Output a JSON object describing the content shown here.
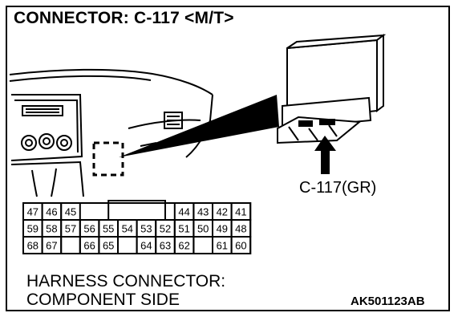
{
  "title": "CONNECTOR: C-117 <M/T>",
  "callout_label": "C-117(GR)",
  "pins": {
    "row1": [
      "47",
      "46",
      "45",
      "",
      "",
      "",
      "",
      "",
      "44",
      "43",
      "42",
      "41"
    ],
    "row2": [
      "59",
      "58",
      "57",
      "56",
      "55",
      "54",
      "53",
      "52",
      "51",
      "50",
      "49",
      "48"
    ],
    "row3": [
      "68",
      "67",
      "",
      "66",
      "65",
      "",
      "64",
      "63",
      "62",
      "",
      "61",
      "60"
    ]
  },
  "caption": {
    "line1": "HARNESS CONNECTOR:",
    "line2": "COMPONENT SIDE"
  },
  "reference_code": "AK501123AB",
  "colors": {
    "ink": "#000000",
    "paper": "#ffffff"
  }
}
